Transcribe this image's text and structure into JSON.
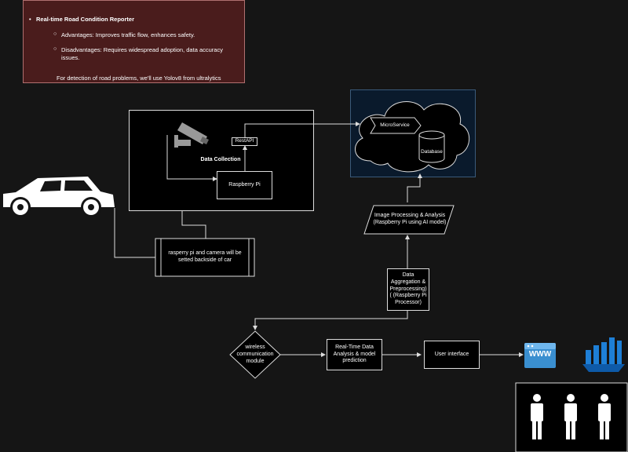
{
  "note": {
    "title": "Real-time Road Condition Reporter",
    "advantages": "Advantages: Improves traffic flow, enhances safety.",
    "disadvantages": "Disadvantages: Requires widespread adoption, data accuracy issues.",
    "footer": "For detection of road problems, we'll use Yolov8 from ultralytics"
  },
  "collection": {
    "rest_api": "RestAPI",
    "title": "Data Collection",
    "raspberry_pi": "Raspberry Pi"
  },
  "cloud": {
    "microservice": "MicroService",
    "database": "Database"
  },
  "mount_note": "rasperry pi and camera will be setted backside of car",
  "image_processing": "Image Processing & Analysis (Raspberry Pi using AI model)",
  "aggregation": "Data Aggregation & Preprocessing) ( (Raspberry Pi Processor)",
  "wireless": "wireless communication module",
  "realtime": "Real-Time Data Analysis & model prediction",
  "ui": "User interface",
  "www": "WWW",
  "colors": {
    "note_bg": "#4a1c1c",
    "cloud_bg": "#0a1a2c",
    "www_blue": "#3a8fd0",
    "chart_blue": "#1e7fd6"
  }
}
